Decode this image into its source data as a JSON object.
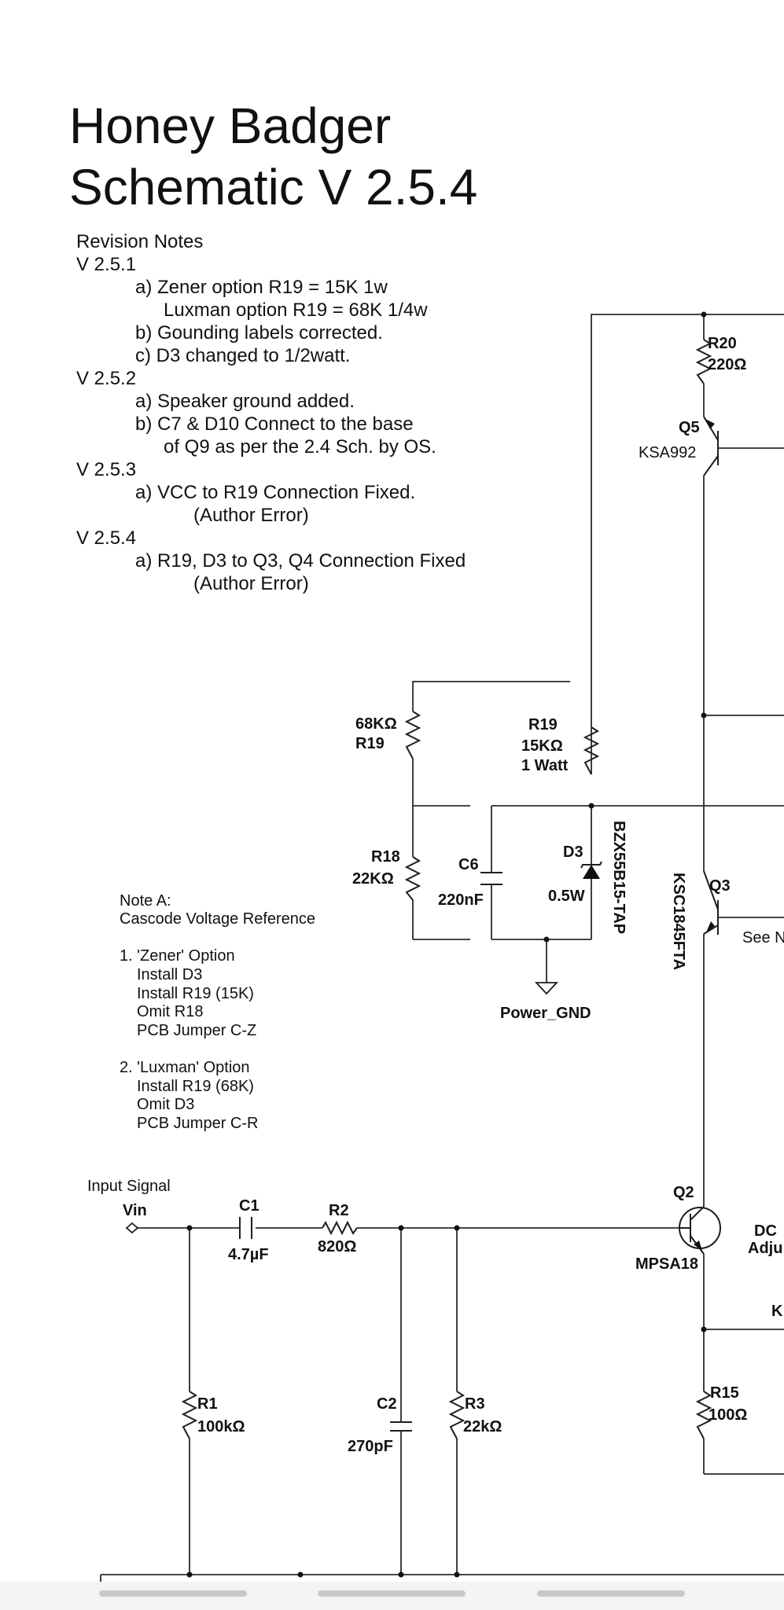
{
  "title": {
    "line1": "Honey  Badger",
    "line2": "Schematic  V  2.5.4"
  },
  "revision_notes": {
    "heading": "Revision  Notes",
    "lines": [
      "V 2.5.1",
      "a)  Zener option R19 = 15K 1w",
      "Luxman option R19 = 68K 1/4w",
      "b)  Gounding labels corrected.",
      "c)  D3 changed to 1/2watt.",
      "V 2.5.2",
      "a)  Speaker ground added.",
      "b)  C7 & D10 Connect to the base",
      "of Q9 as per the 2.4 Sch. by OS.",
      "V 2.5.3",
      "a)  VCC to R19 Connection Fixed.",
      "(Author Error)",
      "V 2.5.4",
      "a)  R19, D3 to Q3, Q4 Connection Fixed",
      "(Author Error)"
    ]
  },
  "note_a": {
    "lines": [
      "Note A:",
      "Cascode  Voltage  Reference",
      "1.  'Zener'  Option",
      "Install  D3",
      "Install  R19  (15K)",
      "Omit  R18",
      "PCB  Jumper  C-Z",
      "2.  'Luxman'  Option",
      "Install  R19  (68K)",
      "Omit  D3",
      "PCB  Jumper  C-R"
    ]
  },
  "input": {
    "title": "Input  Signal",
    "net": "Vin"
  },
  "components": {
    "r20_ref": "R20",
    "r20_val": "220Ω",
    "q5_ref": "Q5",
    "q5_part": "KSA992",
    "r19l_val": "68KΩ",
    "r19l_ref": "R19",
    "r19_ref": "R19",
    "r19_val": "15KΩ",
    "r19_power": "1 Watt",
    "r18_ref": "R18",
    "r18_val": "22KΩ",
    "c6_ref": "C6",
    "c6_val": "220nF",
    "d3_ref": "D3",
    "d3_power": "0.5W",
    "d3_part": "BZX55B15-TAP",
    "q3_ref": "Q3",
    "q3_part": "KSC1845FTA",
    "see_note": "See N",
    "gnd_label": "Power_GND",
    "q2_ref": "Q2",
    "q2_part": "MPSA18",
    "dc_label": "DC",
    "adj_label": "Adju",
    "k_label": "K",
    "c1_ref": "C1",
    "c1_val": "4.7µF",
    "r2_ref": "R2",
    "r2_val": "820Ω",
    "r1_ref": "R1",
    "r1_val": "100kΩ",
    "c2_ref": "C2",
    "c2_val": "270pF",
    "r3_ref": "R3",
    "r3_val": "22kΩ",
    "r15_ref": "R15",
    "r15_val": "100Ω"
  }
}
